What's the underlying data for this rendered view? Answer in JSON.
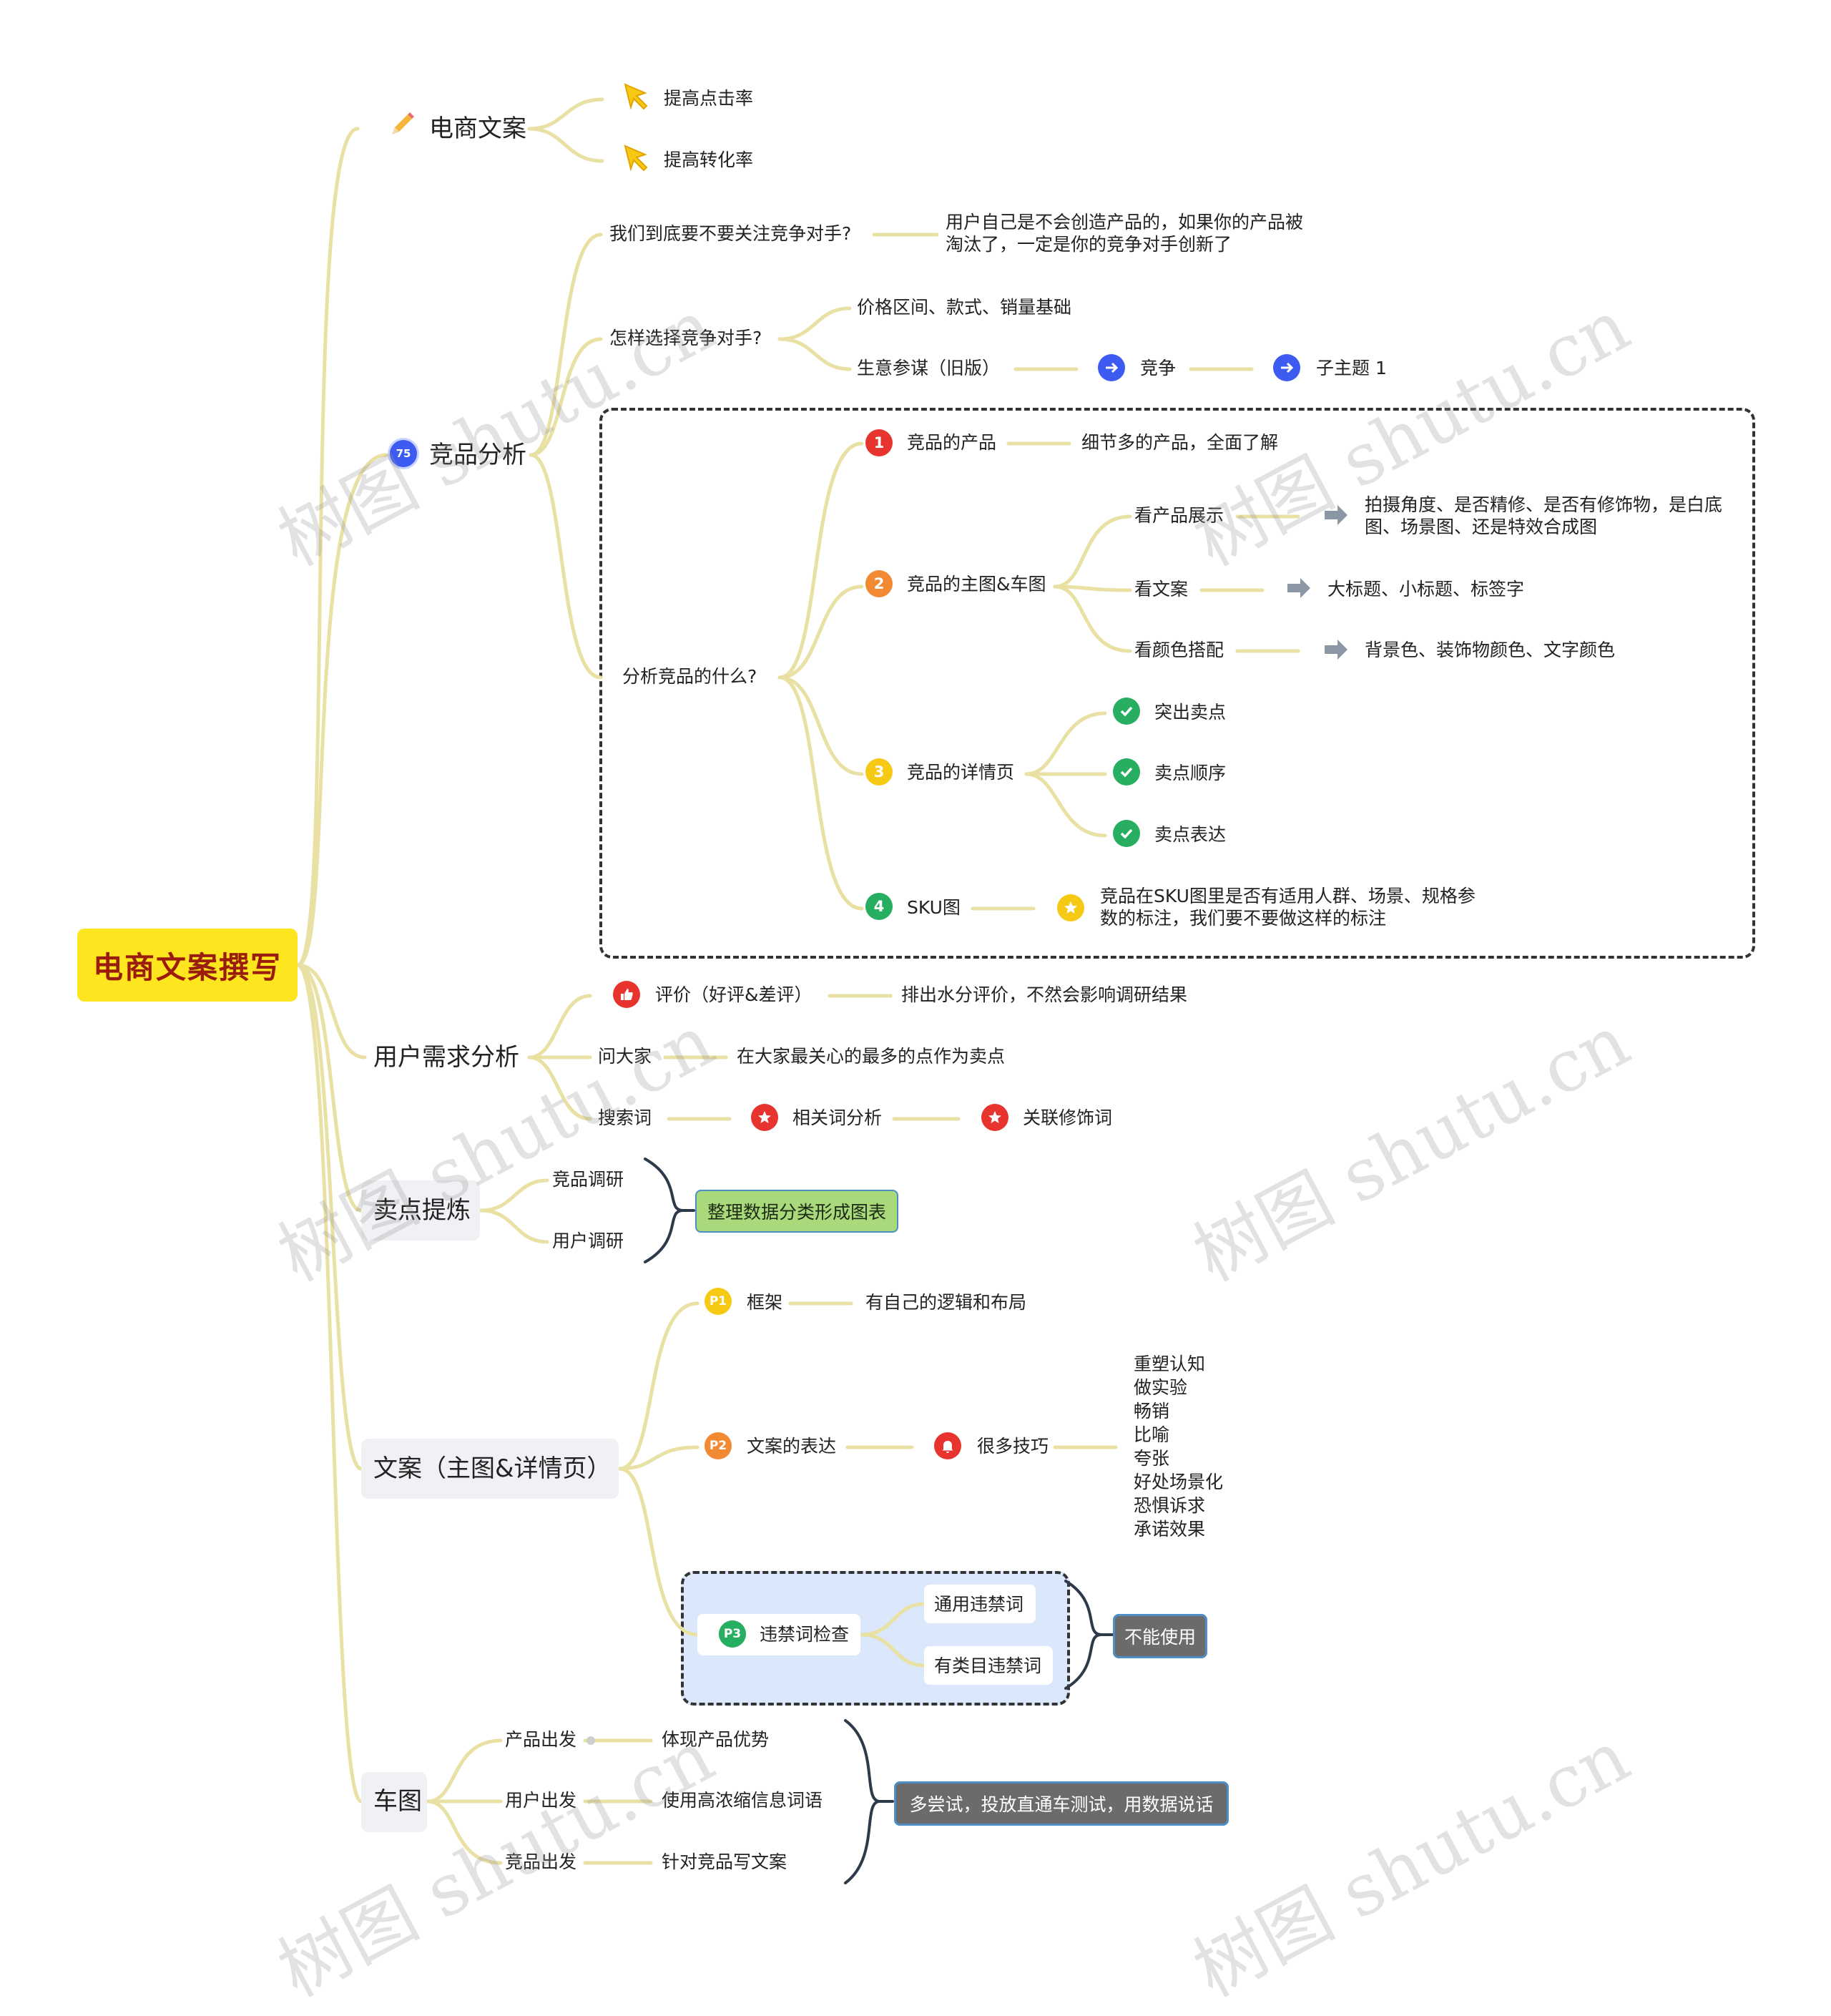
{
  "root": {
    "title": "电商文案撰写"
  },
  "branches": {
    "wenan": {
      "label": "电商文案",
      "children": [
        "提高点击率",
        "提高转化率"
      ]
    },
    "jingpin": {
      "label": "竞品分析",
      "icon_badge": "75",
      "q1": {
        "label": "我们到底要不要关注竞争对手?",
        "answer": "用户自己是不会创造产品的，如果你的产品被淘汰了，一定是你的竞争对手创新了"
      },
      "q2": {
        "label": "怎样选择竞争对手?",
        "items": [
          "价格区间、款式、销量基础",
          "生意参谋（旧版）"
        ],
        "chain": [
          "竞争",
          "子主题 1"
        ]
      },
      "q3": {
        "label": "分析竞品的什么?",
        "items": [
          {
            "num": "1",
            "label": "竞品的产品",
            "detail": "细节多的产品，全面了解"
          },
          {
            "num": "2",
            "label": "竞品的主图&车图",
            "subs": [
              {
                "label": "看产品展示",
                "detail": "拍摄角度、是否精修、是否有修饰物，是白底图、场景图、还是特效合成图"
              },
              {
                "label": "看文案",
                "detail": "大标题、小标题、标签字"
              },
              {
                "label": "看颜色搭配",
                "detail": "背景色、装饰物颜色、文字颜色"
              }
            ]
          },
          {
            "num": "3",
            "label": "竞品的详情页",
            "subs": [
              "突出卖点",
              "卖点顺序",
              "卖点表达"
            ]
          },
          {
            "num": "4",
            "label": "SKU图",
            "detail": "竞品在SKU图里是否有适用人群、场景、规格参数的标注，我们要不要做这样的标注"
          }
        ]
      }
    },
    "xuqiu": {
      "label": "用户需求分析",
      "items": [
        {
          "label": "评价（好评&差评）",
          "detail": "排出水分评价，不然会影响调研结果"
        },
        {
          "label": "问大家",
          "detail": "在大家最关心的最多的点作为卖点"
        },
        {
          "label": "搜索词",
          "chain": [
            "相关词分析",
            "关联修饰词"
          ]
        }
      ]
    },
    "maidian": {
      "label": "卖点提炼",
      "items": [
        "竞品调研",
        "用户调研"
      ],
      "summary": "整理数据分类形成图表"
    },
    "copy": {
      "label": "文案（主图&详情页）",
      "p1": {
        "badge": "P1",
        "label": "框架",
        "detail": "有自己的逻辑和布局"
      },
      "p2": {
        "badge": "P2",
        "label": "文案的表达",
        "tips": "很多技巧",
        "list": [
          "重塑认知",
          "做实验",
          "畅销",
          "比喻",
          "夸张",
          "好处场景化",
          "恐惧诉求",
          "承诺效果"
        ]
      },
      "p3": {
        "badge": "P3",
        "label": "违禁词检查",
        "items": [
          "通用违禁词",
          "有类目违禁词"
        ],
        "summary": "不能使用"
      }
    },
    "chetu": {
      "label": "车图",
      "items": [
        {
          "label": "产品出发",
          "detail": "体现产品优势"
        },
        {
          "label": "用户出发",
          "detail": "使用高浓缩信息词语"
        },
        {
          "label": "竞品出发",
          "detail": "针对竞品写文案"
        }
      ],
      "summary": "多尝试，投放直通车测试，用数据说话"
    }
  },
  "watermark": "树图 shutu.cn",
  "colors": {
    "root_bg": "#fde61f",
    "root_text": "#9a1c0c",
    "branch_line": "#e9e0a4",
    "red": "#e8342f",
    "orange": "#f28a34",
    "yellow": "#f6c915",
    "green": "#27ae60",
    "blue": "#3d5af1"
  }
}
